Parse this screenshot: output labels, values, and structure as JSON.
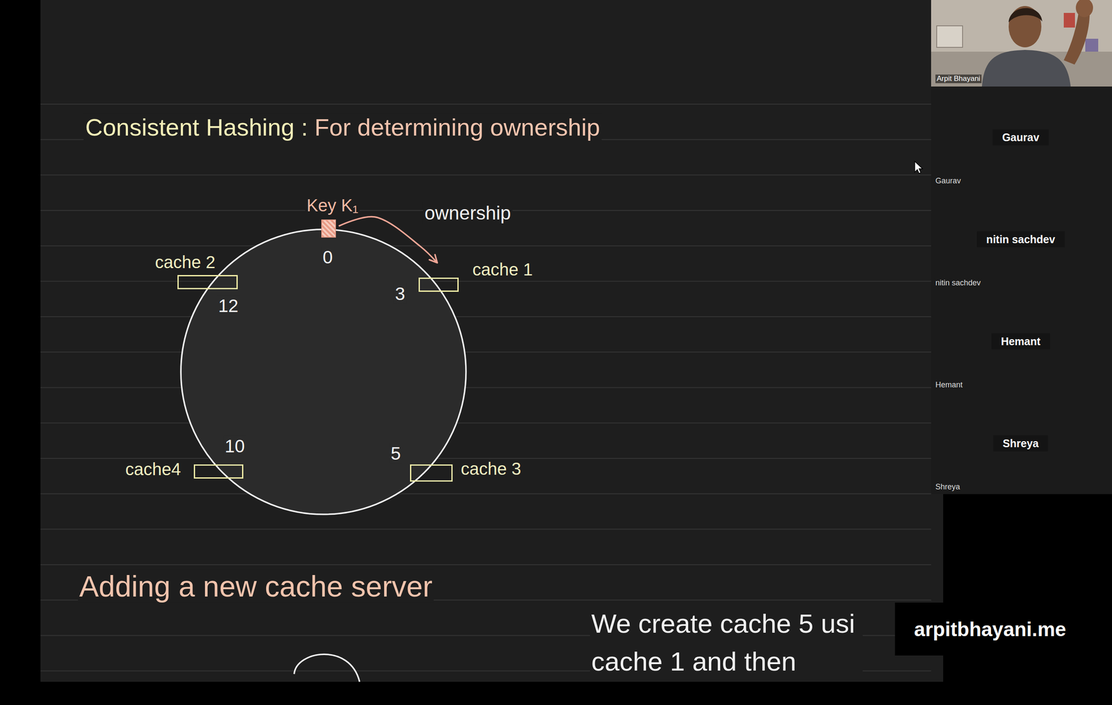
{
  "diagram": {
    "title": "Consistent Hashing : For determining ownership",
    "nodes": [
      {
        "text": [
          "Key K₁"
        ]
      },
      {
        "text": [
          "cache 2"
        ]
      },
      {
        "text": [
          "cache 1"
        ]
      },
      {
        "text": [
          "cache4"
        ]
      },
      {
        "text": [
          "cache 3"
        ]
      }
    ],
    "edges": [
      {
        "from": 0,
        "to": 2,
        "arrow": "to",
        "label": "ownership"
      }
    ],
    "labels": [
      "0",
      "3",
      "12",
      "10",
      "5",
      "Adding a new cache server",
      "We create cache 5 usi cache 1 and then",
      "arpitbhayani.me",
      "Arpit Bhayani",
      "Gaurav",
      "Gaurav",
      "nitin sachdev",
      "nitin sachdev",
      "Hemant",
      "Hemant",
      "Shreya",
      "Shreya"
    ]
  }
}
